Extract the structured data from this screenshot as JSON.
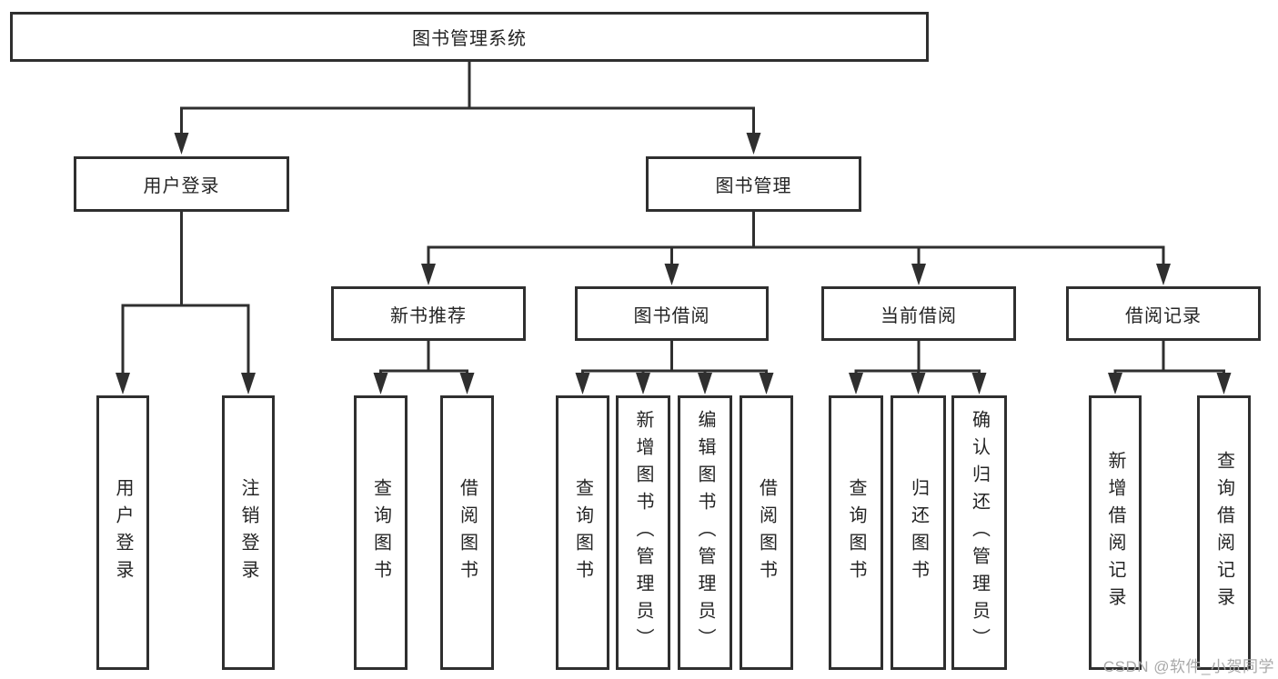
{
  "diagram": {
    "root": {
      "label": "图书管理系统"
    },
    "level2": [
      {
        "label": "用户登录"
      },
      {
        "label": "图书管理"
      }
    ],
    "level3": [
      {
        "label": "新书推荐"
      },
      {
        "label": "图书借阅"
      },
      {
        "label": "当前借阅"
      },
      {
        "label": "借阅记录"
      }
    ],
    "leaves": [
      {
        "label": "用户登录"
      },
      {
        "label": "注销登录"
      },
      {
        "label": "查询图书"
      },
      {
        "label": "借阅图书"
      },
      {
        "label": "查询图书"
      },
      {
        "label": "新增图书（管理员）"
      },
      {
        "label": "编辑图书（管理员）"
      },
      {
        "label": "借阅图书"
      },
      {
        "label": "查询图书"
      },
      {
        "label": "归还图书"
      },
      {
        "label": "确认归还（管理员）"
      },
      {
        "label": "新增借阅记录"
      },
      {
        "label": "查询借阅记录"
      }
    ]
  },
  "watermark": {
    "text": "CSDN @软件_小贺同学"
  },
  "colors": {
    "line": "#2f2f2f",
    "box_border": "#2f2f2f",
    "text": "#242424",
    "watermark": "#a9a9a9",
    "background": "#ffffff"
  }
}
